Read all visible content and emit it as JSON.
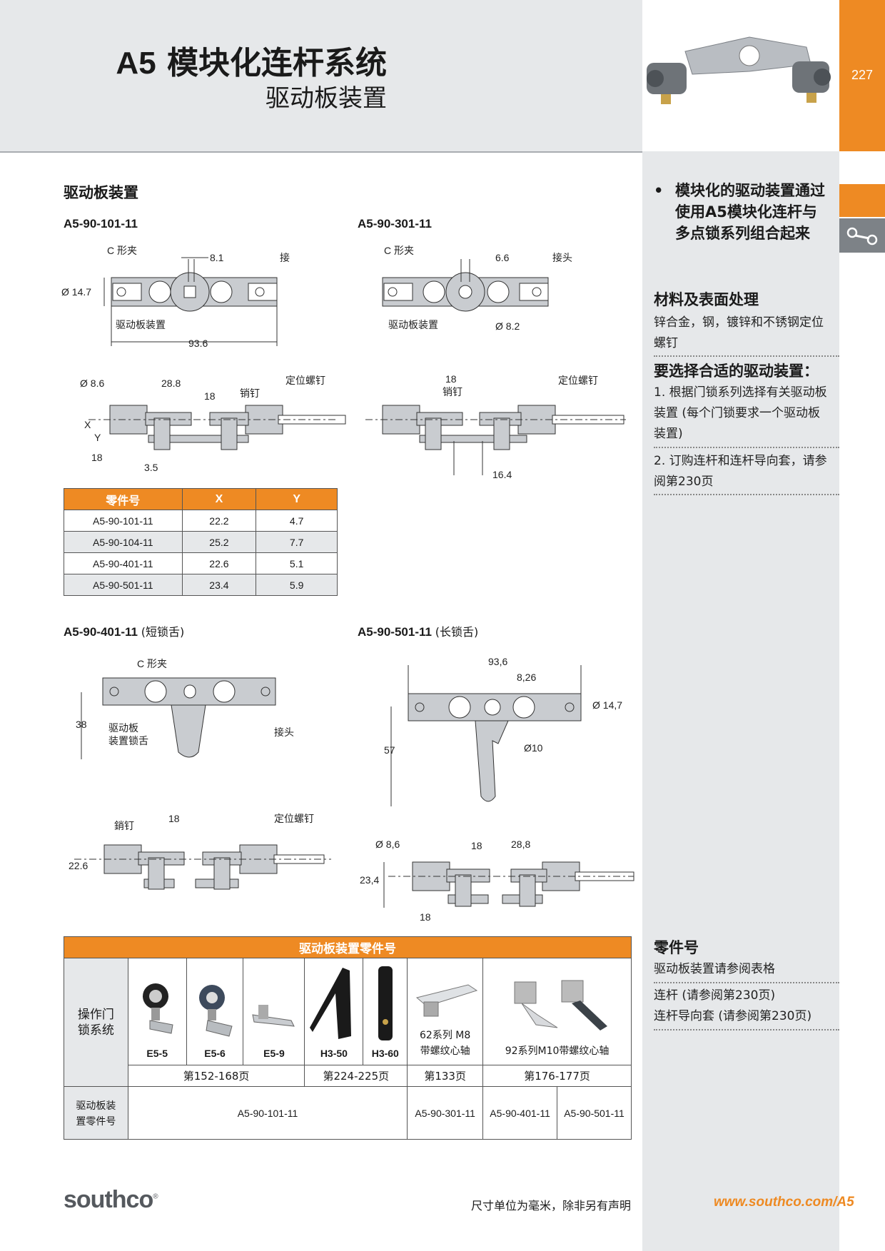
{
  "header": {
    "title_code": "A5",
    "title": "模块化连杆系统",
    "subtitle": "驱动板装置",
    "page_number": "227",
    "accent_color": "#ee8a23"
  },
  "section": {
    "title": "驱动板装置",
    "parts": {
      "p1": "A5-90-101-11",
      "p2": "A5-90-301-11",
      "p3": "A5-90-401-11",
      "p3_suffix": "(短锁舌)",
      "p4": "A5-90-501-11",
      "p4_suffix": "(长锁舌)"
    }
  },
  "drawings": {
    "d1": {
      "c_clip": "C 形夹",
      "dim1": "8.1",
      "joint": "接头",
      "dia": "Ø 14.7",
      "assembly": "驱动板装置",
      "length": "93.6"
    },
    "d2": {
      "c_clip": "C 形夹",
      "dim1": "6.6",
      "joint": "接头",
      "assembly": "驱动板装置",
      "dia": "Ø 8.2"
    },
    "d3": {
      "dia": "Ø 8.6",
      "d288": "28.8",
      "d18": "18",
      "pin": "销钉",
      "screw": "定位螺钉",
      "x": "X",
      "y": "Y",
      "d18b": "18",
      "d35": "3.5"
    },
    "d4": {
      "d18": "18",
      "pin": "销钉",
      "screw": "定位螺钉",
      "d164": "16.4"
    },
    "d5": {
      "c_clip": "C 形夹",
      "h38": "38",
      "tongue1": "驱动板",
      "tongue2": "装置锁舌",
      "joint": "接头"
    },
    "d6": {
      "w936": "93,6",
      "d826": "8,26",
      "dia147": "Ø 14,7",
      "h57": "57",
      "dia10": "Ø10"
    },
    "d7": {
      "pin": "銷钉",
      "d18": "18",
      "screw": "定位螺钉",
      "h226": "22.6"
    },
    "d8": {
      "dia86": "Ø 8,6",
      "d18": "18",
      "d288": "28,8",
      "h234": "23,4",
      "d18b": "18"
    }
  },
  "spec_table": {
    "headers": [
      "零件号",
      "X",
      "Y"
    ],
    "rows": [
      [
        "A5-90-101-11",
        "22.2",
        "4.7"
      ],
      [
        "A5-90-104-11",
        "25.2",
        "7.7"
      ],
      [
        "A5-90-401-11",
        "22.6",
        "5.1"
      ],
      [
        "A5-90-501-11",
        "23.4",
        "5.9"
      ]
    ]
  },
  "ops_table": {
    "title": "驱动板装置零件号",
    "row_label_1": "操作门锁系统",
    "row_label_2": "驱动板装置零件号",
    "items": [
      "E5-5",
      "E5-6",
      "E5-9",
      "H3-50",
      "H3-60"
    ],
    "series62": "62系列 M8带螺纹心轴",
    "series92": "92系列M10带螺纹心轴",
    "pages": [
      "第152-168页",
      "第224-225页",
      "第133页",
      "第176-177页"
    ],
    "part_numbers": [
      "A5-90-101-11",
      "A5-90-301-11",
      "A5-90-401-11",
      "A5-90-501-11"
    ]
  },
  "sidebar": {
    "bullet": "模块化的驱动装置通过使用A5模块化连杆与多点锁系列组合起来",
    "material_title": "材料及表面处理",
    "material_text": "锌合金，钢，镀锌和不锈钢定位螺钉",
    "select_title": "要选择合适的驱动装置：",
    "step1": "1. 根据门锁系列选择有关驱动板装置 (每个门锁要求一个驱动板装置)",
    "step2": "2. 订购连杆和连杆导向套，请参阅第230页",
    "pn_title": "零件号",
    "pn_text": "驱动板装置请参阅表格",
    "link1": "连杆 (请参阅第230页)",
    "link2": "连杆导向套 (请参阅第230页)"
  },
  "footer": {
    "logo": "southco",
    "note": "尺寸单位为毫米，除非另有声明",
    "url": "www.southco.com/A5"
  }
}
